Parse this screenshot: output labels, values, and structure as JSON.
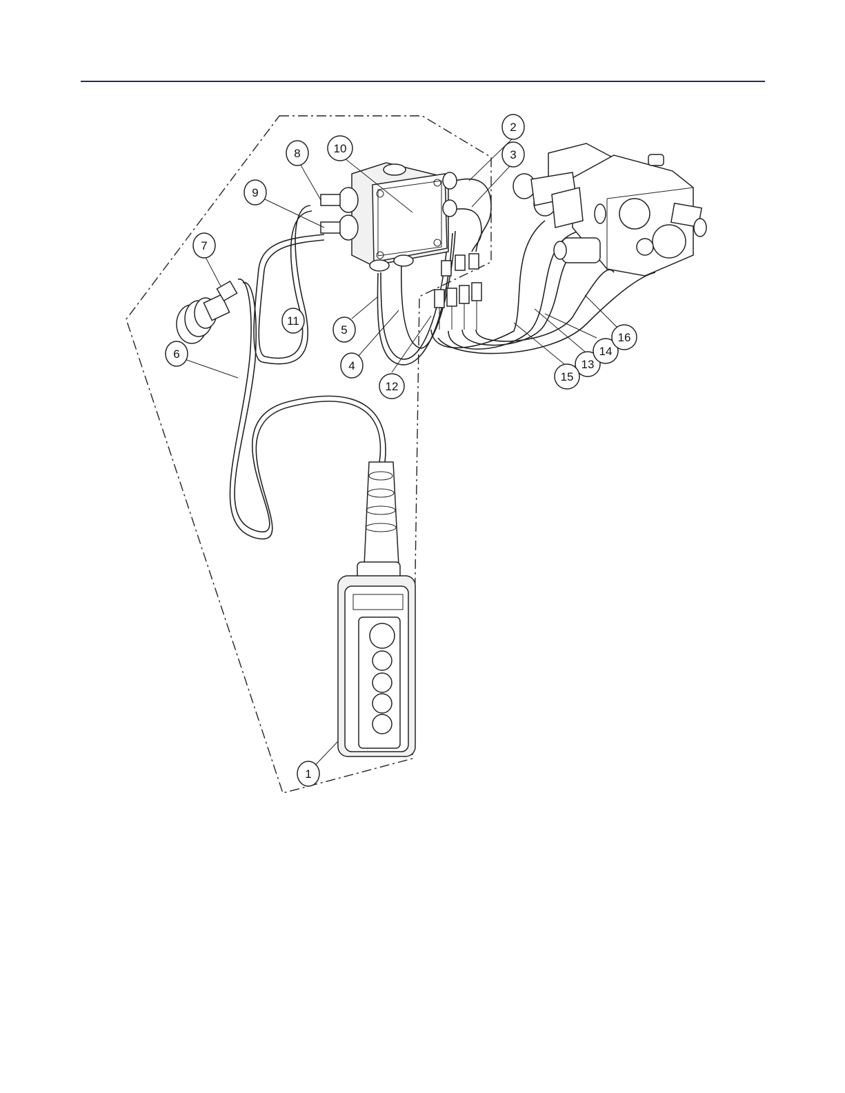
{
  "colors": {
    "rule": "#1f2a5c",
    "line": "#222222",
    "paper": "#ffffff"
  },
  "callouts": [
    {
      "id": "1",
      "label": "1"
    },
    {
      "id": "2",
      "label": "2"
    },
    {
      "id": "3",
      "label": "3"
    },
    {
      "id": "4",
      "label": "4"
    },
    {
      "id": "5",
      "label": "5"
    },
    {
      "id": "6",
      "label": "6"
    },
    {
      "id": "7",
      "label": "7"
    },
    {
      "id": "8",
      "label": "8"
    },
    {
      "id": "9",
      "label": "9"
    },
    {
      "id": "10",
      "label": "10"
    },
    {
      "id": "11",
      "label": "11"
    },
    {
      "id": "12",
      "label": "12"
    },
    {
      "id": "13",
      "label": "13"
    },
    {
      "id": "14",
      "label": "14"
    },
    {
      "id": "15",
      "label": "15"
    },
    {
      "id": "16",
      "label": "16"
    }
  ],
  "parts": {
    "pendant": "pendant-control-icon",
    "junction_box": "junction-box-icon",
    "connector": "round-connector-icon",
    "valve_block": "hydraulic-valve-block-icon",
    "cables": "cable-harness-icon"
  }
}
